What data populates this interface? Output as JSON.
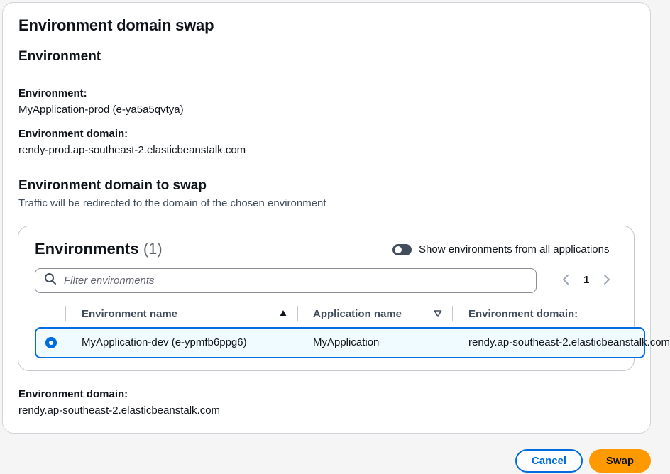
{
  "page": {
    "title": "Environment domain swap"
  },
  "environment_section": {
    "heading": "Environment",
    "env_label": "Environment:",
    "env_value": "MyApplication-prod (e-ya5a5qvtya)",
    "domain_label": "Environment domain:",
    "domain_value": "rendy-prod.ap-southeast-2.elasticbeanstalk.com"
  },
  "swap_section": {
    "heading": "Environment domain to swap",
    "description": "Traffic will be redirected to the domain of the chosen environment"
  },
  "table": {
    "title": "Environments",
    "count": "(1)",
    "toggle_label": "Show environments from all applications",
    "toggle_on": false,
    "filter_placeholder": "Filter environments",
    "filter_value": "",
    "page_number": "1",
    "columns": [
      "Environment name",
      "Application name",
      "Environment domain:"
    ],
    "rows": [
      {
        "selected": true,
        "environment_name": "MyApplication-dev (e-ypmfb6ppg6)",
        "application_name": "MyApplication",
        "environment_domain": "rendy.ap-southeast-2.elasticbeanstalk.com"
      }
    ]
  },
  "selected_domain": {
    "label": "Environment domain:",
    "value": "rendy.ap-southeast-2.elasticbeanstalk.com"
  },
  "actions": {
    "cancel_label": "Cancel",
    "swap_label": "Swap"
  },
  "colors": {
    "accent": "#006ce0",
    "primary_button": "#ff9900",
    "selected_row_bg": "#f0fbff"
  },
  "icons": {
    "filter": "search-icon",
    "sort_name": "sort-ascending-icon",
    "sort_app": "sort-descending-icon",
    "pager_prev": "chevron-left-icon",
    "pager_next": "chevron-right-icon"
  }
}
